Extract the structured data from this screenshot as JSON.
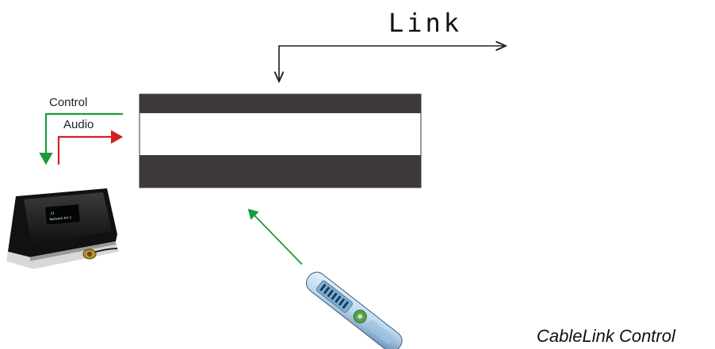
{
  "labels": {
    "link": "Link",
    "control": "Control",
    "audio": "Audio",
    "caption": "CableLink Control"
  },
  "device_display": {
    "line1": "CI",
    "line2": "Network Art 2"
  },
  "colors": {
    "control_arrow": "#1a9a3a",
    "audio_arrow": "#d42020",
    "box_band": "#3e3a3a",
    "remote_arrow": "#1a9a3a"
  },
  "icons": [
    "link-arrow",
    "control-arrow",
    "audio-arrow",
    "audio-master-device-icon",
    "remote-control-icon"
  ]
}
